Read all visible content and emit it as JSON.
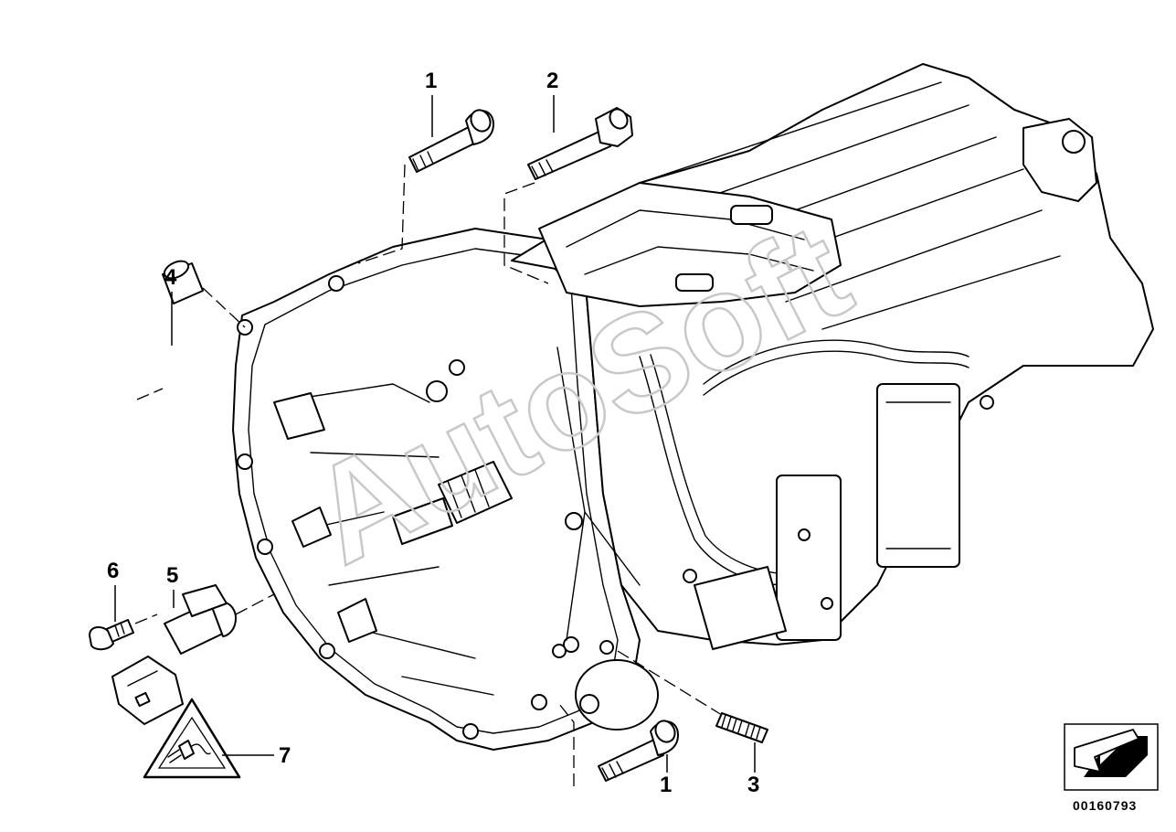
{
  "callouts": [
    {
      "id": "1",
      "label": "1"
    },
    {
      "id": "2",
      "label": "2"
    },
    {
      "id": "4",
      "label": "4"
    },
    {
      "id": "6",
      "label": "6"
    },
    {
      "id": "5",
      "label": "5"
    },
    {
      "id": "7",
      "label": "7"
    },
    {
      "id": "1b",
      "label": "1"
    },
    {
      "id": "3",
      "label": "3"
    }
  ],
  "watermark": "AutoSoft",
  "catalog_number": "00160793",
  "icons": {
    "warning": "electrical-plug-warning-icon",
    "nav": "arrow-back-icon"
  }
}
